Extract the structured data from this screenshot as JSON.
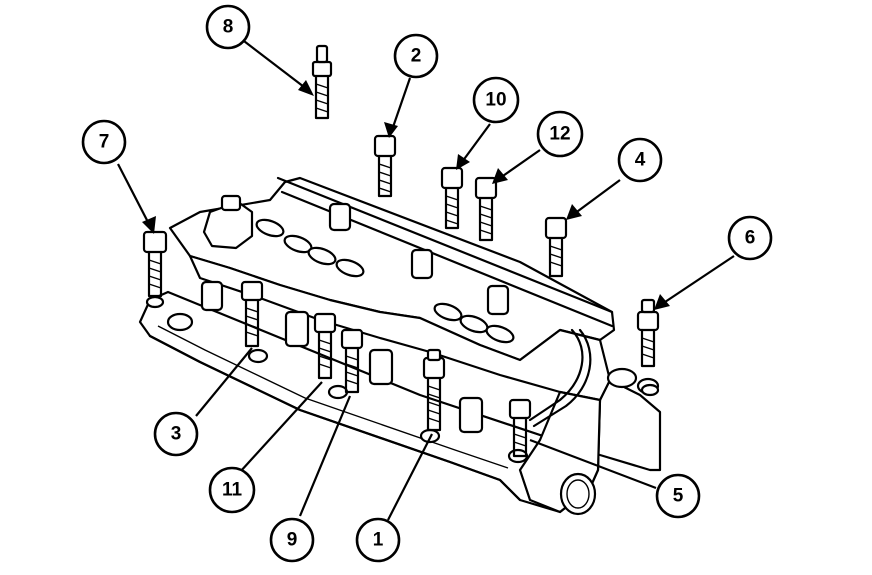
{
  "callouts": [
    {
      "id": "c8",
      "label": "8"
    },
    {
      "id": "c2",
      "label": "2"
    },
    {
      "id": "c10",
      "label": "10"
    },
    {
      "id": "c12",
      "label": "12"
    },
    {
      "id": "c4",
      "label": "4"
    },
    {
      "id": "c7",
      "label": "7"
    },
    {
      "id": "c6",
      "label": "6"
    },
    {
      "id": "c3",
      "label": "3"
    },
    {
      "id": "c5",
      "label": "5"
    },
    {
      "id": "c11",
      "label": "11"
    },
    {
      "id": "c9",
      "label": "9"
    },
    {
      "id": "c1",
      "label": "1"
    }
  ],
  "bolts": [
    {
      "ref": "1"
    },
    {
      "ref": "2"
    },
    {
      "ref": "3"
    },
    {
      "ref": "4"
    },
    {
      "ref": "5"
    },
    {
      "ref": "6"
    },
    {
      "ref": "7"
    },
    {
      "ref": "8"
    },
    {
      "ref": "9"
    },
    {
      "ref": "10"
    },
    {
      "ref": "11"
    },
    {
      "ref": "12"
    }
  ]
}
